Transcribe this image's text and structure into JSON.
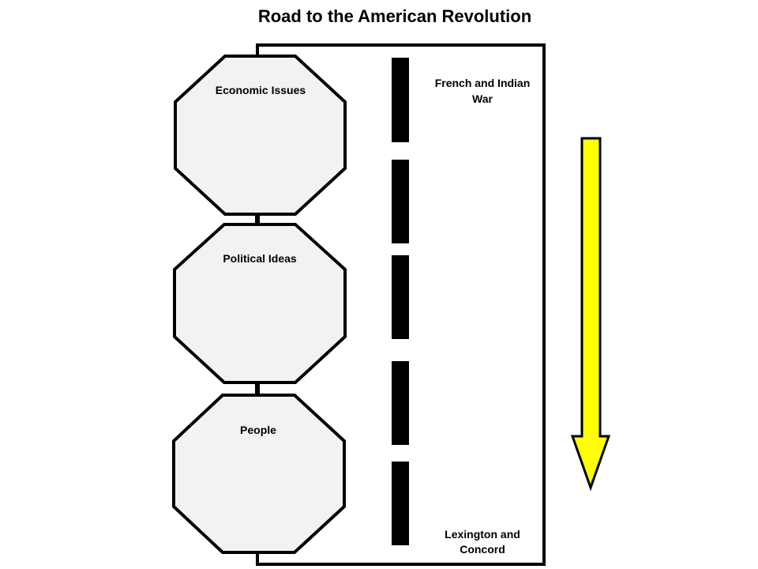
{
  "title": "Road to the American Revolution",
  "octagons": [
    {
      "label": "Economic Issues"
    },
    {
      "label": "Political Ideas"
    },
    {
      "label": "People"
    }
  ],
  "timeline": {
    "start_label_line1": "French and Indian",
    "start_label_line2": "War",
    "end_label_line1": "Lexington and",
    "end_label_line2": "Concord"
  },
  "colors": {
    "octagon_fill": "#f2f2f2",
    "stroke": "#000000",
    "arrow_fill": "#ffff00",
    "background": "#ffffff"
  },
  "arrow": {
    "direction": "down"
  }
}
